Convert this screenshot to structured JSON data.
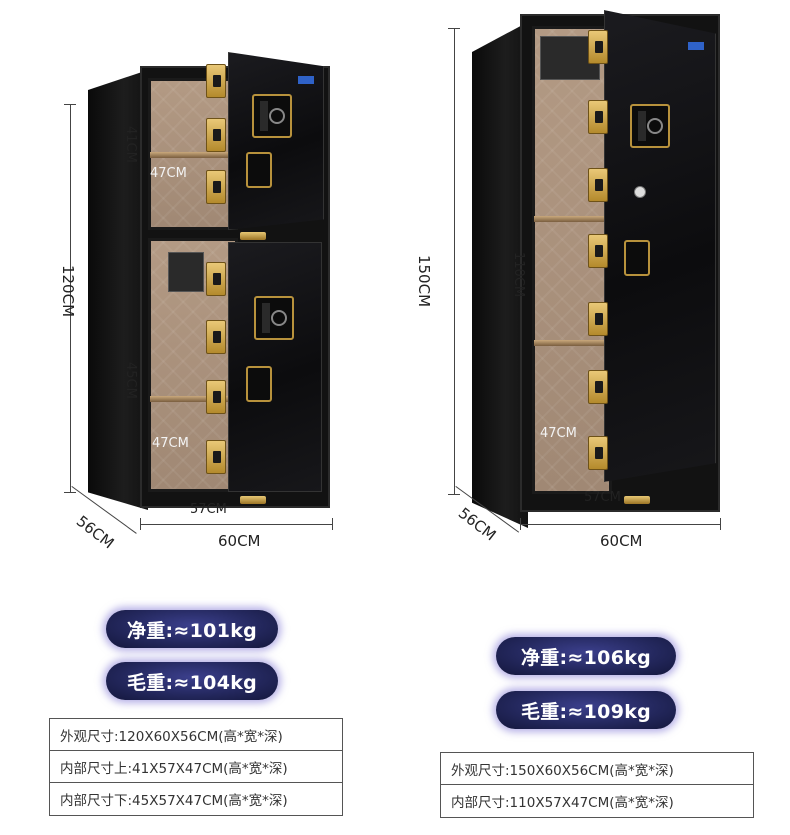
{
  "left_safe": {
    "height_label": "120CM",
    "width_label": "60CM",
    "depth_label": "56CM",
    "upper_inner_height": "41CM",
    "upper_inner_depth": "47CM",
    "lower_inner_height": "45CM",
    "lower_inner_depth": "47CM",
    "inner_width": "57CM",
    "net_weight": "净重:≈101kg",
    "gross_weight": "毛重:≈104kg",
    "specs": [
      "外观尺寸:120X60X56CM(高*宽*深)",
      "内部尺寸上:41X57X47CM(高*宽*深)",
      "内部尺寸下:45X57X47CM(高*宽*深)"
    ]
  },
  "right_safe": {
    "height_label": "150CM",
    "width_label": "60CM",
    "depth_label": "56CM",
    "inner_height": "110CM",
    "inner_depth": "47CM",
    "inner_width": "57CM",
    "net_weight": "净重:≈106kg",
    "gross_weight": "毛重:≈109kg",
    "specs": [
      "外观尺寸:150X60X56CM(高*宽*深)",
      "内部尺寸:110X57X47CM(高*宽*深)"
    ]
  },
  "colors": {
    "pill_bg": "#24285e",
    "pill_glow": "#786ed2",
    "gold": "#c9a24b",
    "interior": "#a08874"
  }
}
